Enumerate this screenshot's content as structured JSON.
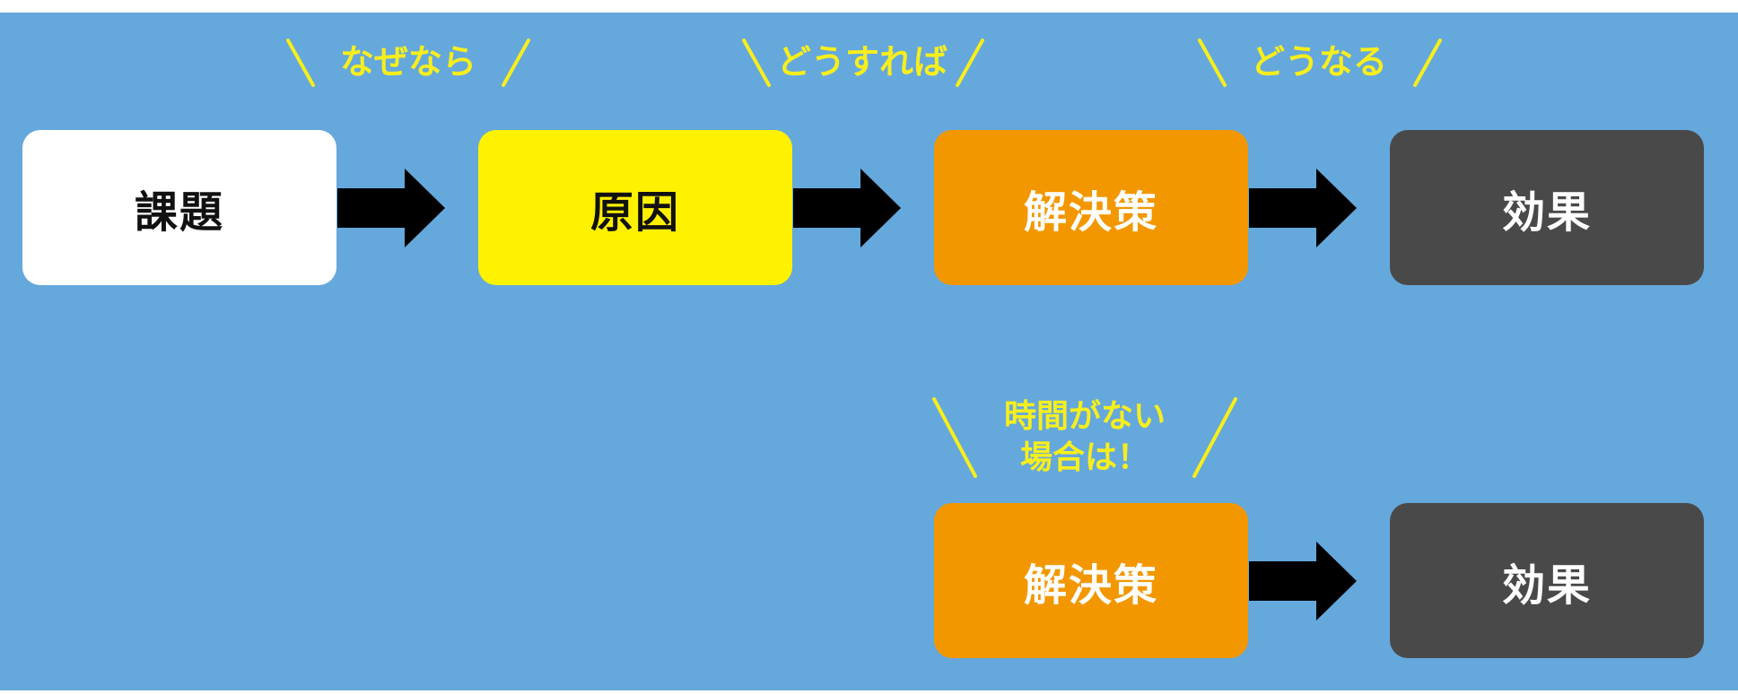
{
  "colors": {
    "background": "#65a8dc",
    "label": "#f7ee1c",
    "arrow": "#000000"
  },
  "row1": {
    "boxes": [
      {
        "text": "課題",
        "fill": "#ffffff",
        "text_color": "#111111"
      },
      {
        "text": "原因",
        "fill": "#fff200",
        "text_color": "#111111"
      },
      {
        "text": "解決策",
        "fill": "#f39700",
        "text_color": "#ffffff"
      },
      {
        "text": "効果",
        "fill": "#4a4949",
        "text_color": "#ffffff"
      }
    ],
    "labels": [
      "なぜなら",
      "どうすれば",
      "どうなる"
    ]
  },
  "row2": {
    "label": "時間がない\n場合は！",
    "boxes": [
      {
        "text": "解決策",
        "fill": "#f39700",
        "text_color": "#ffffff"
      },
      {
        "text": "効果",
        "fill": "#4a4949",
        "text_color": "#ffffff"
      }
    ]
  }
}
